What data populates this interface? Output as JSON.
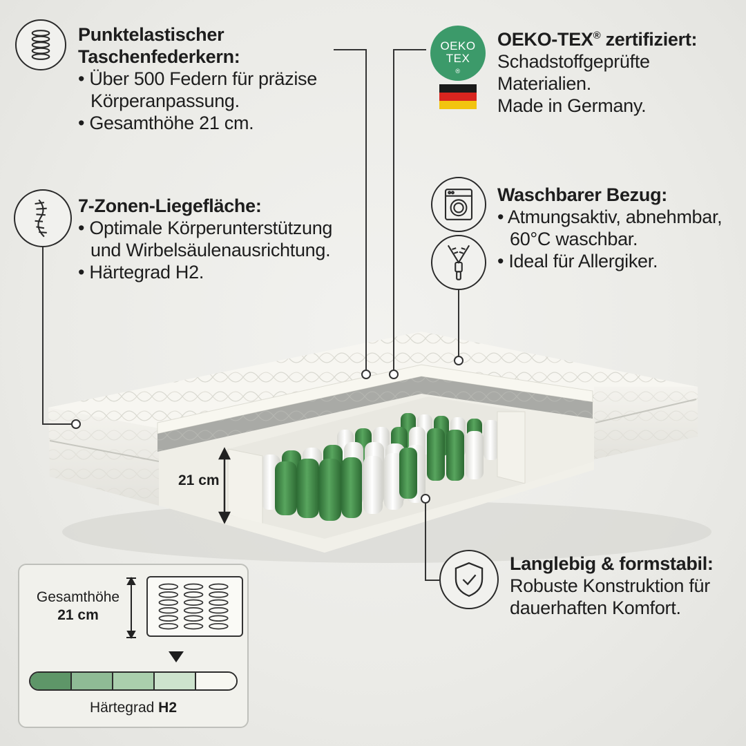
{
  "features": {
    "springs": {
      "title_1": "Punktelastischer",
      "title_2": "Taschenfederkern:",
      "bullet_1a": "Über 500 Federn für präzise",
      "bullet_1b": "Körperanpassung.",
      "bullet_2": "Gesamthöhe 21 cm.",
      "icon": "spring-icon"
    },
    "zones": {
      "title": "7-Zonen-Liegefläche:",
      "bullet_1a": "Optimale Körperunterstützung",
      "bullet_1b": "und Wirbelsäulenausrichtung.",
      "bullet_2": "Härtegrad H2.",
      "icon": "spine-icon"
    },
    "oekotex": {
      "title_main": "OEKO-TEX",
      "title_reg": "®",
      "title_rest": " zertifiziert:",
      "line_1": "Schadstoffgeprüfte",
      "line_2": "Materialien.",
      "line_3": "Made in Germany.",
      "logo_line_1": "OEKO",
      "logo_line_2": "TEX",
      "logo_reg": "®",
      "flag_colors": [
        "#1a1a1a",
        "#d8251f",
        "#f2c40f"
      ]
    },
    "cover": {
      "title": "Waschbarer Bezug:",
      "bullet_1a": "Atmungsaktiv, abnehmbar,",
      "bullet_1b": "60°C waschbar.",
      "bullet_2": "Ideal für Allergiker.",
      "icons": [
        "washing-machine-icon",
        "zipper-icon"
      ]
    },
    "durable": {
      "title": "Langlebig & formstabil:",
      "line_1": "Robuste Konstruktion für",
      "line_2": "dauerhaften Komfort.",
      "icon": "shield-check-icon"
    }
  },
  "mattress": {
    "height_label": "21 cm",
    "spring_color": "#3f8f47",
    "foam_color": "#f6f4ec",
    "felt_color": "#a9aaa6"
  },
  "legend": {
    "height_label_1": "Gesamthöhe",
    "height_label_2": "21 cm",
    "firmness_label": "Härtegrad ",
    "firmness_value": "H2",
    "firmness_scale_colors": [
      "#5e9668",
      "#8fbb95",
      "#aacfad",
      "#cde3cd",
      "#f7f7f1"
    ],
    "selected_level": 4,
    "level_count": 5
  }
}
